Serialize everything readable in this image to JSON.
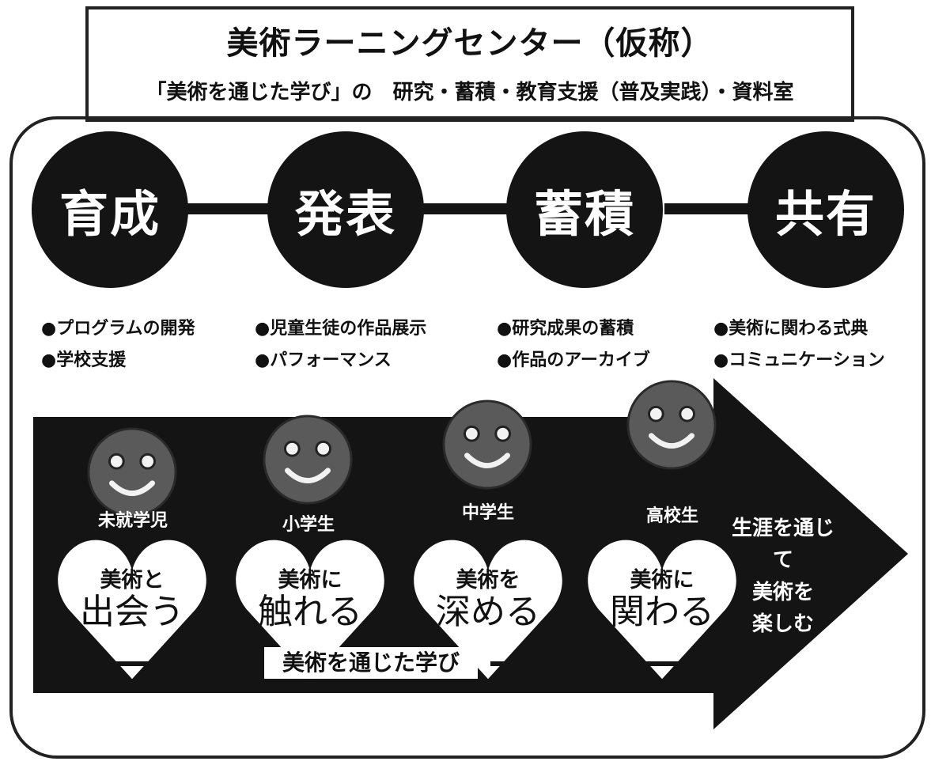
{
  "header": {
    "title": "美術ラーニングセンター（仮称）",
    "subtitle": "「美術を通じた学び」の　研究・蓄積・教育支援（普及実践）・資料室"
  },
  "stages": [
    {
      "label": "育成",
      "items": [
        "●プログラムの開発",
        "●学校支援"
      ]
    },
    {
      "label": "発表",
      "items": [
        "●児童生徒の作品展示",
        "●パフォーマンス"
      ]
    },
    {
      "label": "蓄積",
      "items": [
        "●研究成果の蓄積",
        "●作品のアーカイブ"
      ]
    },
    {
      "label": "共有",
      "items": [
        "●美術に関わる式典",
        "●コミュニケーション"
      ]
    }
  ],
  "learners": [
    {
      "age": "未就学児",
      "line1": "美術と",
      "line2": "出会う"
    },
    {
      "age": "小学生",
      "line1": "美術に",
      "line2": "触れる"
    },
    {
      "age": "中学生",
      "line1": "美術を",
      "line2": "深める"
    },
    {
      "age": "高校生",
      "line1": "美術に",
      "line2": "関わる"
    }
  ],
  "lifelong": [
    "生涯を通じて",
    "美術を",
    "楽しむ"
  ],
  "bottom_label": "美術を通じた学び",
  "colors": {
    "dark": "#141414",
    "face": "#5a5a5a",
    "white": "#ffffff"
  }
}
